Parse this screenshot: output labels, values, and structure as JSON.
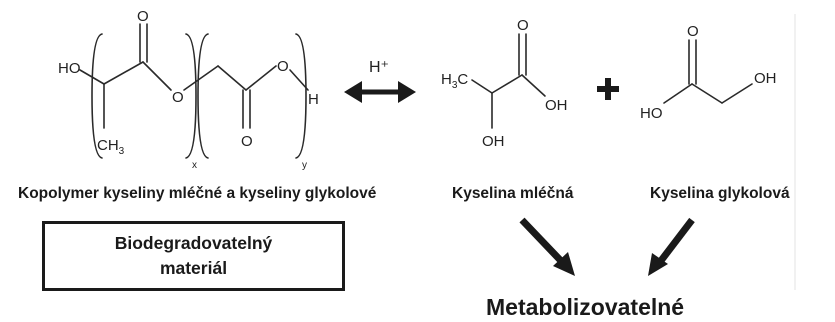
{
  "diagram": {
    "copolymer": {
      "atoms": {
        "ho": "HO",
        "ch3": "CH3",
        "o_carbonyl_1": "O",
        "o_ester": "O",
        "o_carbonyl_2": "O",
        "o_end": "O",
        "h_end": "H"
      },
      "subscript_x": "x",
      "subscript_y": "y",
      "caption": "Kopolymer kyseliny mléčné a kyseliny glykolové"
    },
    "reaction": {
      "catalyst": "H⁺"
    },
    "lactic_acid": {
      "atoms": {
        "h3c": "H3C",
        "o_carbonyl": "O",
        "oh_acid": "OH",
        "oh_alpha": "OH"
      },
      "caption": "Kyselina mléčná"
    },
    "plus_sign": "+",
    "glycolic_acid": {
      "atoms": {
        "o_carbonyl": "O",
        "ho_acid": "HO",
        "oh_end": "OH"
      },
      "caption": "Kyselina glykolová"
    },
    "box_label": "Biodegradovatelný materiál",
    "result_label": "Metabolizovatelné"
  }
}
